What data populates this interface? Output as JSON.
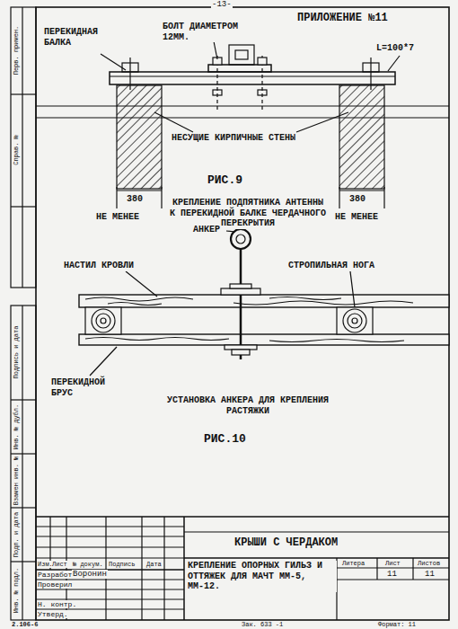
{
  "diagram": {
    "title": "ПРИЛОЖЕНИЕ №11",
    "labels": [
      "-13-",
      "ПЕРЕКИДНАЯ БАЛКА",
      "БОЛТ ДИАМЕТРОМ 12ММ.",
      "L=100*7",
      "НЕСУЩИЕ КИРПИЧНЫЕ СТЕНЫ",
      "РИС.9",
      "380",
      "380",
      "НЕ МЕНЕЕ",
      "НЕ МЕНЕЕ",
      "КРЕПЛЕНИЕ ПОДПЯТНИКА АНТЕННЫ К ПЕРЕКИДНОЙ БАЛКЕ ЧЕРДАЧНОГО ПЕРЕКРЫТИЯ",
      "АНКЕР",
      "НАСТИЛ КРОВЛИ",
      "СТРОПИЛЬНАЯ НОГА",
      "ПЕРЕКИДНОЙ БРУС",
      "УСТАНОВКА АНКЕРА ДЛЯ КРЕПЛЕНИЯ РАСТЯЖКИ",
      "РИС.10",
      "Перв. примен.",
      "Справ. №",
      "Подпись и дата",
      "Инв. № дубл.",
      "Взамен инв. №",
      "Подп. и дата",
      "Инв. № подл.",
      "Изм.",
      "Лист",
      "№ докум.",
      "Подпись",
      "Дата",
      "Разработ.",
      "Воронин",
      "Проверил",
      "Н. контр.",
      "Утверд.",
      "КРЫШИ С ЧЕРДАКОМ",
      "КРЕПЛЕНИЕ ОПОРНЫХ ГИЛЬЗ И ОТТЯЖЕК ДЛЯ МАЧТ ММ-5, ММ-12.",
      "Литера",
      "Лист",
      "Листов",
      "11",
      "11",
      "2.106-6",
      "Зак. 633 -1",
      "Формат: 11"
    ]
  }
}
